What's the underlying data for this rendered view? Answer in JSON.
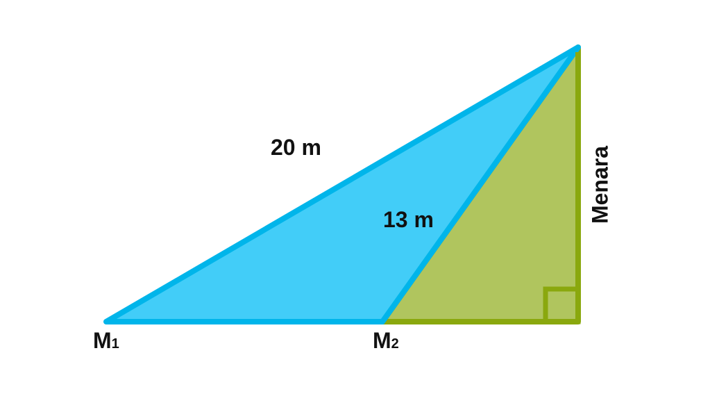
{
  "labels": {
    "hypotenuse_long": "20 m",
    "hypotenuse_short": "13 m",
    "tower": "Menara",
    "point1": {
      "letter": "M",
      "sub": "1"
    },
    "point2": {
      "letter": "M",
      "sub": "2"
    }
  },
  "colors": {
    "blue_fill": "#42CDF8",
    "blue_stroke": "#00B5EA",
    "green_fill": "#B0C55E",
    "green_stroke": "#8AA80E",
    "text": "#111111"
  }
}
